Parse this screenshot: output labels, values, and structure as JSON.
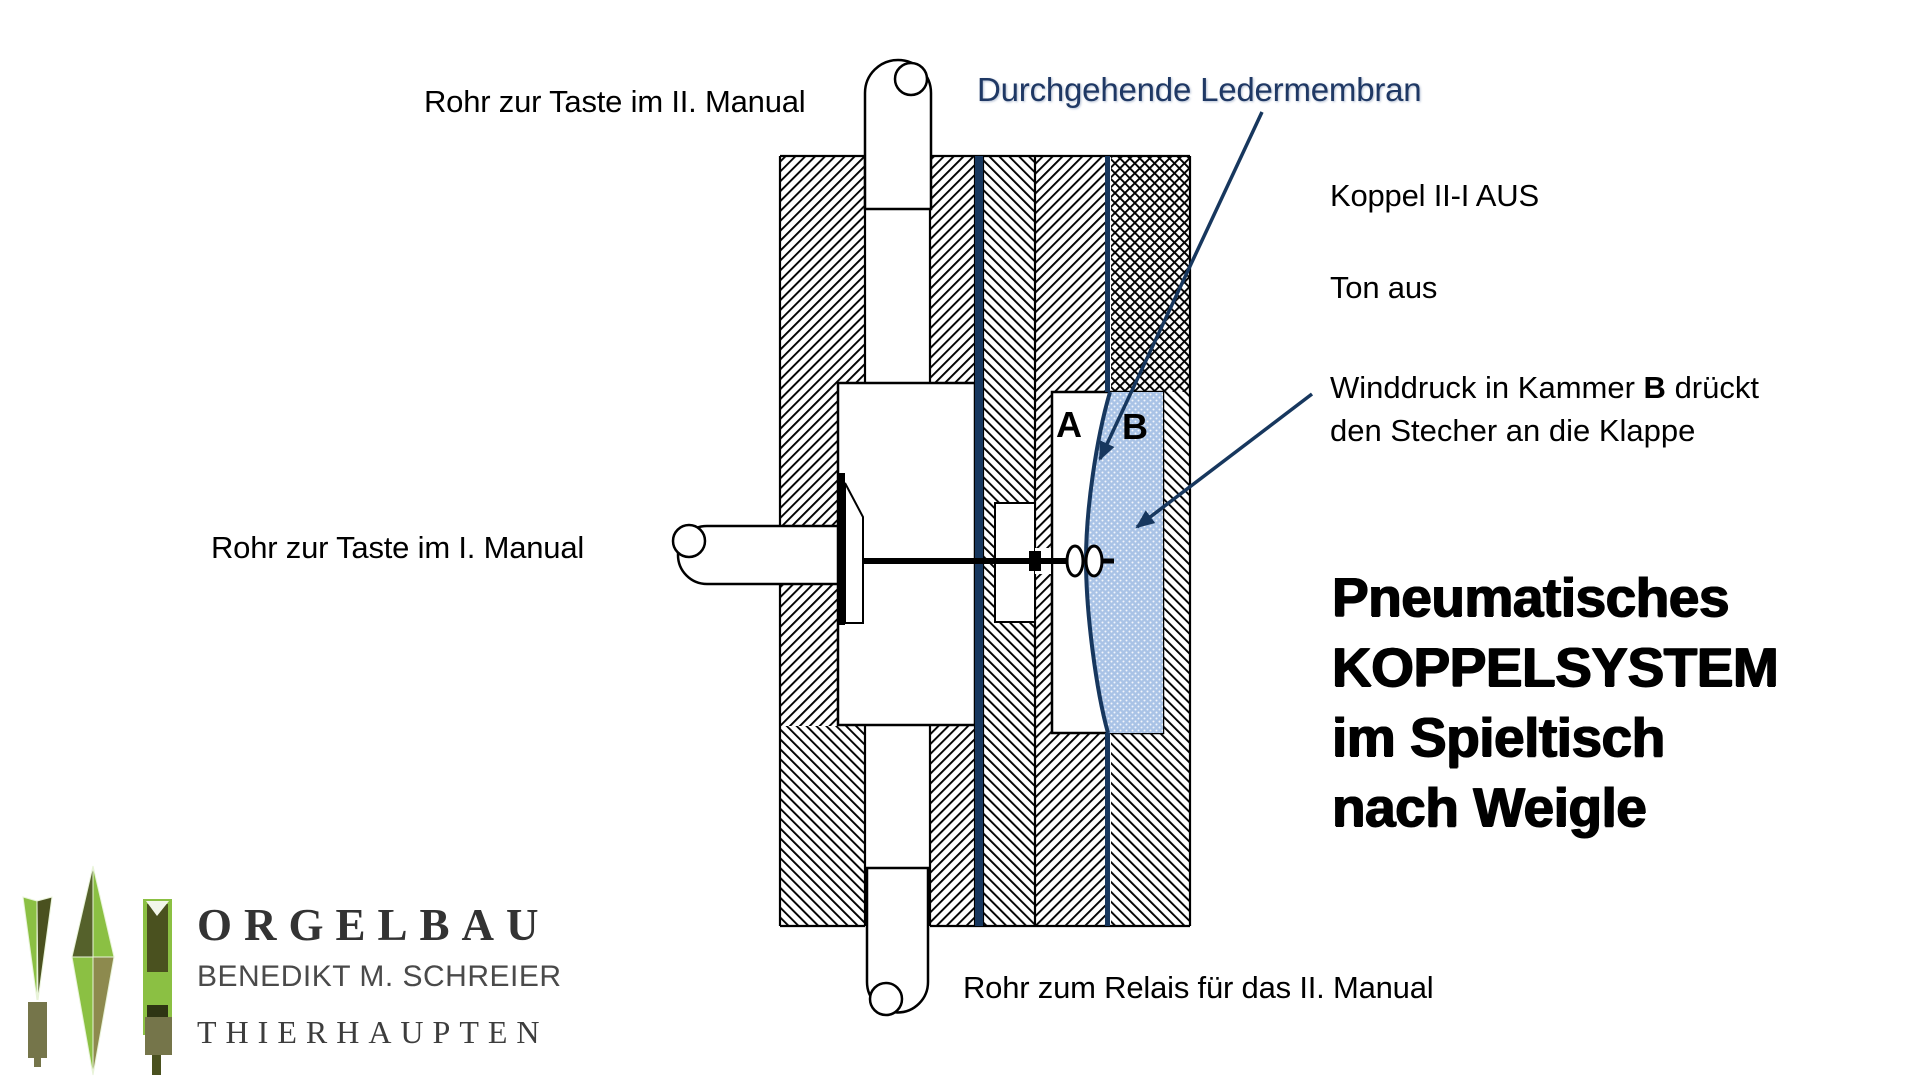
{
  "annotations": {
    "tube_to_manual2": "Rohr zur Taste im II. Manual",
    "membrane": "Durchgehende Ledermembran",
    "coupler_state": "Koppel II-I AUS",
    "tone_state": "Ton aus",
    "wind_pressure_1a": "Winddruck in Kammer",
    "wind_pressure_1b": "B",
    "wind_pressure_1c": "drückt",
    "wind_pressure_2": "den Stecher an die Klappe",
    "tube_to_manual1": "Rohr zur Taste im I. Manual",
    "tube_to_relay": "Rohr zum Relais für das II. Manual",
    "chamber_a_label": "A",
    "chamber_b_label": "B"
  },
  "title": {
    "line1": "Pneumatisches",
    "line2": "KOPPELSYSTEM",
    "line3": "im Spieltisch",
    "line4": "nach Weigle"
  },
  "logo": {
    "company": "ORGELBAU",
    "person": "BENEDIKT M. SCHREIER",
    "city": "THIERHAUPTEN"
  },
  "colors": {
    "membrane_navy": "#17375e",
    "label_navy": "#1f3864",
    "chamber_b_fill": "#a9c3e6",
    "diagram_black": "#000000",
    "logo_green_bright": "#8bc043",
    "logo_green_dark": "#4a511f",
    "logo_olive": "#8d8a4e",
    "logo_text_gray": "#3a3a3a"
  }
}
